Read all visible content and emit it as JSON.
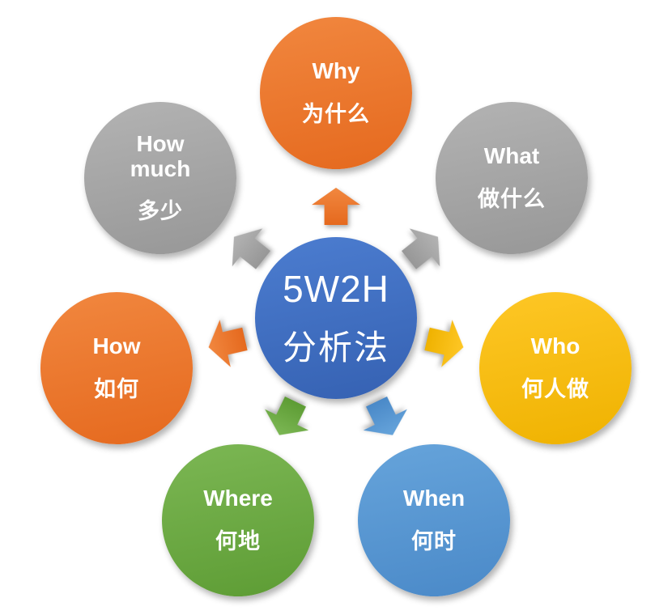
{
  "diagram": {
    "center": {
      "title": "5W2H",
      "subtitle": "分析法",
      "fill_top": "#4C7DD0",
      "fill_bottom": "#3561B2"
    },
    "nodes": [
      {
        "id": "why",
        "label_en": "Why",
        "label_zh": "为什么",
        "fill_top": "#F1873F",
        "fill_bottom": "#E5691E"
      },
      {
        "id": "what",
        "label_en": "What",
        "label_zh": "做什么",
        "fill_top": "#B3B3B3",
        "fill_bottom": "#979797"
      },
      {
        "id": "how_much",
        "label_en": "How much",
        "label_zh": "多少",
        "fill_top": "#B3B3B3",
        "fill_bottom": "#979797"
      },
      {
        "id": "how",
        "label_en": "How",
        "label_zh": "如何",
        "fill_top": "#F1873F",
        "fill_bottom": "#E5691E"
      },
      {
        "id": "who",
        "label_en": "Who",
        "label_zh": "何人做",
        "fill_top": "#FEC726",
        "fill_bottom": "#EFB200"
      },
      {
        "id": "where",
        "label_en": "Where",
        "label_zh": "何地",
        "fill_top": "#7CB754",
        "fill_bottom": "#5D9C34"
      },
      {
        "id": "when",
        "label_en": "When",
        "label_zh": "何时",
        "fill_top": "#66A4DB",
        "fill_bottom": "#4A89C8"
      }
    ]
  }
}
